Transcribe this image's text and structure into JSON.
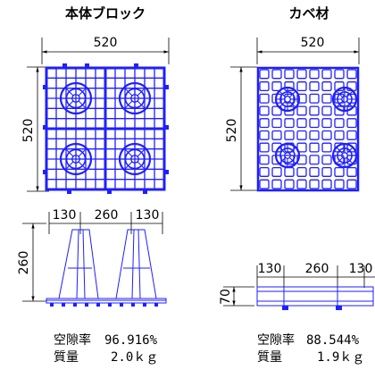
{
  "left_panel": {
    "title": "本体ブロック",
    "plan_width": "520",
    "plan_height": "520",
    "elev_dim_a": "130",
    "elev_dim_b": "260",
    "elev_dim_c": "130",
    "elev_height": "260",
    "void_label": "空隙率",
    "void_value": "96.916%",
    "mass_label": "質量",
    "mass_value": "2.0ｋｇ"
  },
  "right_panel": {
    "title": "カベ材",
    "plan_width": "520",
    "plan_height": "520",
    "elev_dim_a": "130",
    "elev_dim_b": "260",
    "elev_dim_c": "130",
    "elev_height": "70",
    "void_label": "空隙率",
    "void_value": "88.544%",
    "mass_label": "質量",
    "mass_value": "1.9ｋｇ"
  },
  "colors": {
    "drawing": "#1f1fff",
    "dimension": "#000000"
  }
}
